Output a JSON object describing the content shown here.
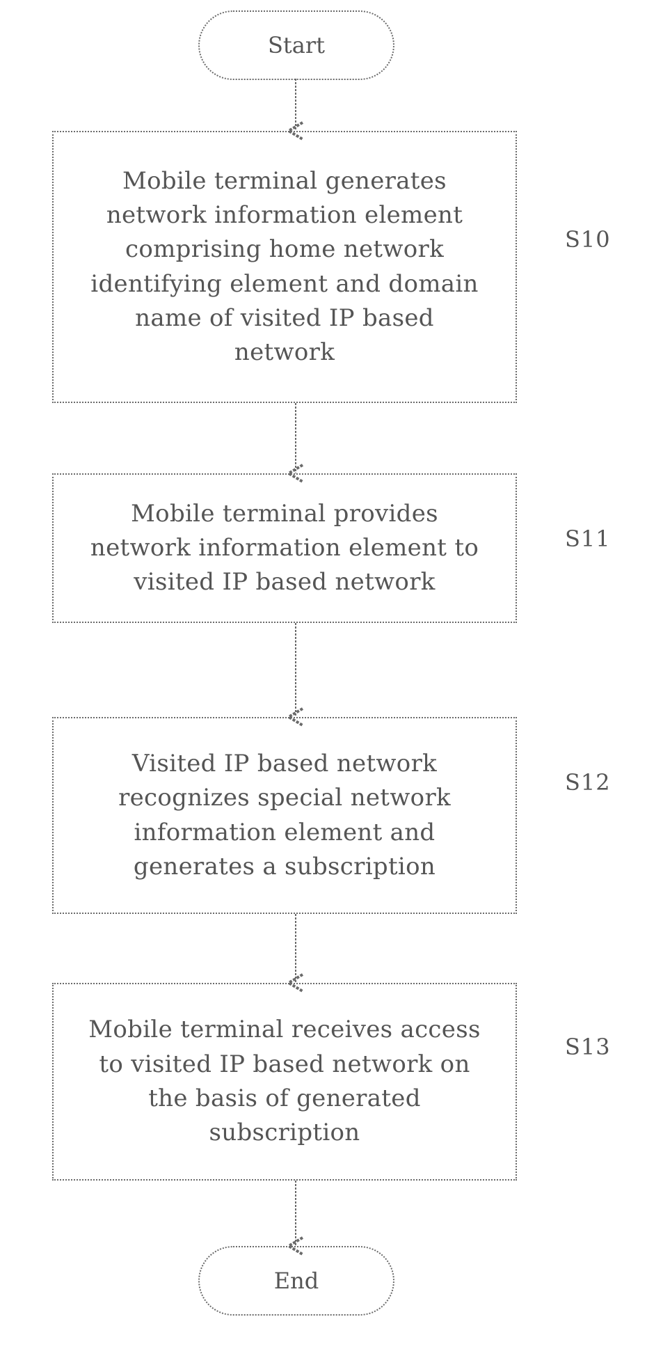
{
  "flowchart": {
    "start_label": "Start",
    "end_label": "End",
    "steps": [
      {
        "id": "S10",
        "text": "Mobile terminal generates\nnetwork information element\ncomprising home network\nidentifying element and domain\nname of visited IP based\nnetwork"
      },
      {
        "id": "S11",
        "text": "Mobile terminal provides\nnetwork information element to\nvisited IP based network"
      },
      {
        "id": "S12",
        "text": "Visited IP based network\nrecognizes special network\ninformation element and\ngenerates a subscription"
      },
      {
        "id": "S13",
        "text": "Mobile terminal receives access\nto visited IP based network on\nthe basis of generated\nsubscription"
      }
    ]
  }
}
